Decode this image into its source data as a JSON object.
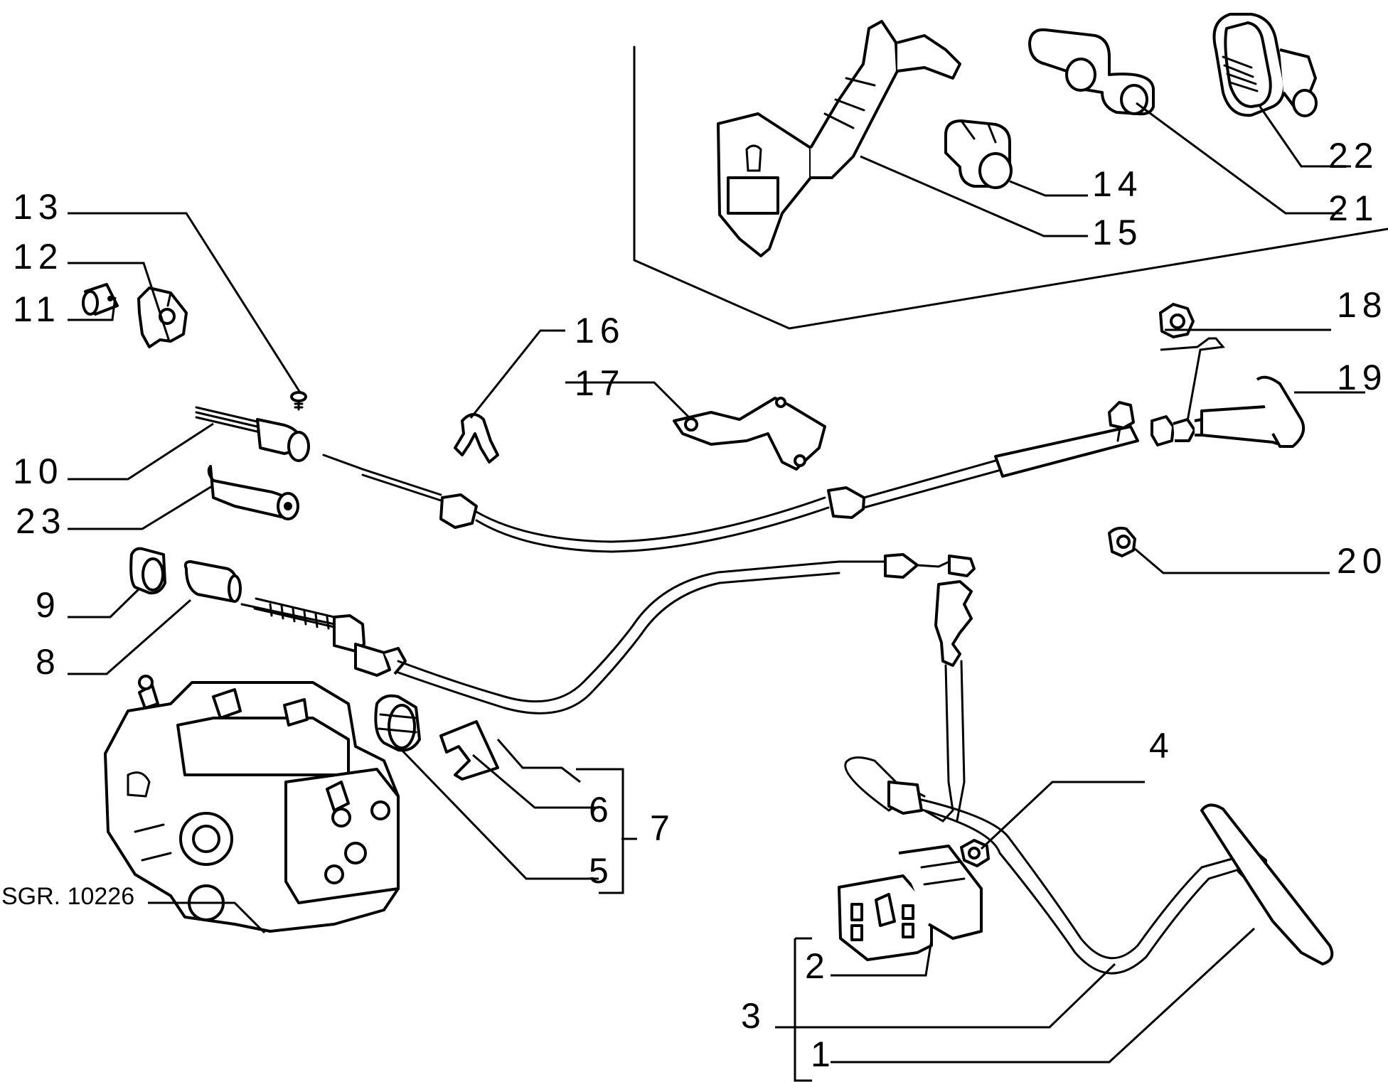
{
  "diagram": {
    "reference": "SGR. 10226",
    "callouts": [
      {
        "id": "13",
        "label": "13"
      },
      {
        "id": "12",
        "label": "12"
      },
      {
        "id": "11",
        "label": "11"
      },
      {
        "id": "10",
        "label": "10"
      },
      {
        "id": "23",
        "label": "23"
      },
      {
        "id": "9",
        "label": "9"
      },
      {
        "id": "8",
        "label": "8"
      },
      {
        "id": "16",
        "label": "16"
      },
      {
        "id": "17",
        "label": "17"
      },
      {
        "id": "18",
        "label": "18"
      },
      {
        "id": "19",
        "label": "19"
      },
      {
        "id": "20",
        "label": "20"
      },
      {
        "id": "22",
        "label": "22"
      },
      {
        "id": "14",
        "label": "14"
      },
      {
        "id": "21",
        "label": "21"
      },
      {
        "id": "15",
        "label": "15"
      },
      {
        "id": "4",
        "label": "4"
      },
      {
        "id": "6",
        "label": "6"
      },
      {
        "id": "7",
        "label": "7"
      },
      {
        "id": "5",
        "label": "5"
      },
      {
        "id": "2",
        "label": "2"
      },
      {
        "id": "3",
        "label": "3"
      },
      {
        "id": "1",
        "label": "1"
      }
    ]
  }
}
